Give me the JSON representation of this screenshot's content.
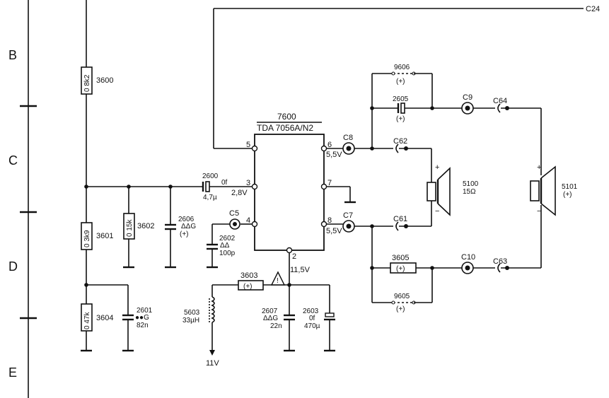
{
  "zone_labels": [
    "B",
    "C",
    "D",
    "E"
  ],
  "ic": {
    "ref": "7600",
    "type": "TDA 7056A/N2",
    "pins": {
      "p5": "5",
      "p3": "3",
      "p4": "4",
      "p6": "6",
      "p7": "7",
      "p8": "8",
      "p2": "2"
    },
    "volts": {
      "v3": "2,8V",
      "v6": "5,5V",
      "v8": "5,5V",
      "v2": "11,5V"
    }
  },
  "resistors": {
    "r3600": {
      "ref": "3600",
      "value": "0 8k2"
    },
    "r3601": {
      "ref": "3601",
      "value": "0 3k9"
    },
    "r3602": {
      "ref": "3602",
      "value": "0 15k"
    },
    "r3604": {
      "ref": "3604",
      "value": "0 47k"
    },
    "r3603": {
      "ref": "3603",
      "value": "(+)"
    },
    "r3605": {
      "ref": "3605",
      "value": "(+)"
    }
  },
  "capacitors": {
    "c2600": {
      "ref": "2600",
      "mark": "0f",
      "value": "4,7µ"
    },
    "c2606": {
      "ref": "2606",
      "mark": "ΔΔG",
      "value": "(+)"
    },
    "c2602": {
      "ref": "2602",
      "mark": "ΔΔ",
      "value": "100p"
    },
    "c2601": {
      "ref": "2601",
      "mark": "●●G",
      "value": "82n"
    },
    "c2607": {
      "ref": "2607",
      "mark": "ΔΔG",
      "value": "22n"
    },
    "c2603": {
      "ref": "2603",
      "mark": "0f",
      "value": "470µ"
    },
    "c2605": {
      "ref": "2605",
      "value": "(+)"
    }
  },
  "jumpers": {
    "j9606": {
      "ref": "9606",
      "value": "(+)"
    },
    "j9605": {
      "ref": "9605",
      "value": "(+)"
    }
  },
  "inductor": {
    "ref": "5603",
    "value": "33µH"
  },
  "supply": "11V",
  "connectors": {
    "c5": "C5",
    "c7": "C7",
    "c8": "C8",
    "c9": "C9",
    "c10": "C10",
    "c61": "C61",
    "c62": "C62",
    "c63": "C63",
    "c64": "C64",
    "c24": "C24"
  },
  "speakers": {
    "s5100": {
      "ref": "5100",
      "value": "15Ω",
      "plus": "+",
      "minus": "−"
    },
    "s5101": {
      "ref": "5101",
      "value": "(+)",
      "plus": "+",
      "minus": "−"
    }
  }
}
